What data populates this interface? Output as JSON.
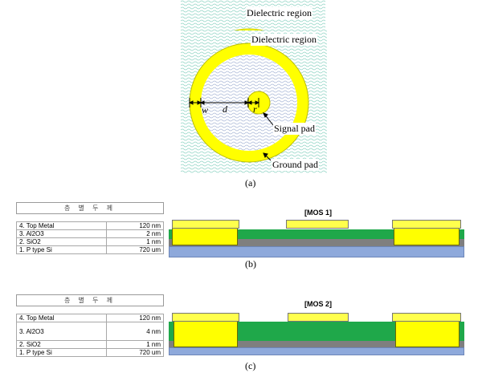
{
  "figure_a": {
    "label_top": "Dielectric region",
    "label_main": "Dielectric region",
    "dim_w": "w",
    "dim_d": "d",
    "dim_r": "r",
    "signal_label": "Signal pad",
    "ground_label": "Ground pad",
    "caption": "(a)"
  },
  "figure_b": {
    "table_header": "층 별 두 께",
    "title": "[MOS 1]",
    "layers": [
      {
        "name": "4. Top Metal",
        "value": "120 nm"
      },
      {
        "name": "3. Al2O3",
        "value": "2 nm"
      },
      {
        "name": "2. SiO2",
        "value": "1 nm"
      },
      {
        "name": "1. P type Si",
        "value": "720 um"
      }
    ],
    "caption": "(b)"
  },
  "figure_c": {
    "table_header": "층 별 두 께",
    "title": "[MOS 2]",
    "layers": [
      {
        "name": "4. Top Metal",
        "value": "120 nm"
      },
      {
        "name": "3. Al2O3",
        "value": "4 nm"
      },
      {
        "name": "2. SiO2",
        "value": "1 nm"
      },
      {
        "name": "1. P type Si",
        "value": "720 um"
      }
    ],
    "caption": "(c)"
  },
  "colors": {
    "metal": "#ffff00",
    "al2o3": "#1fa84a",
    "sio2": "#7f7f7f",
    "si": "#8ea9db",
    "dielectric_wave": "#8fd4c4"
  }
}
